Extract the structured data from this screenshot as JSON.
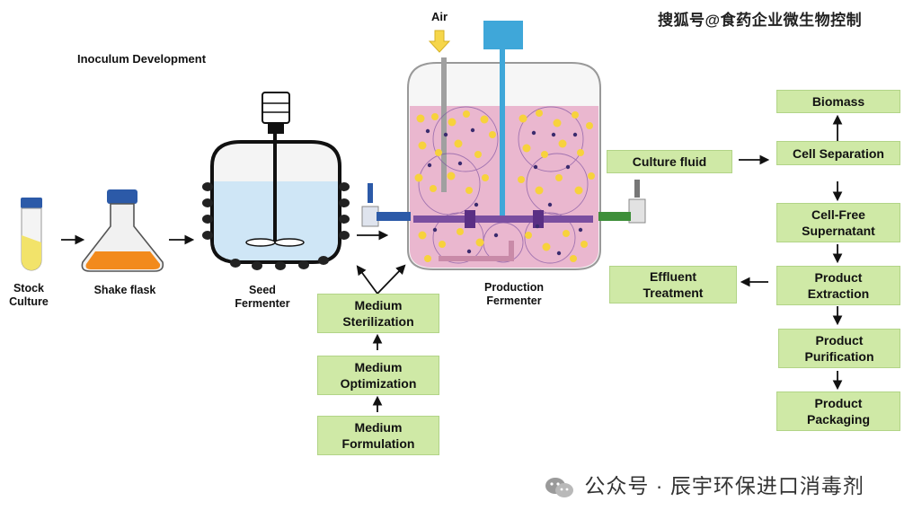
{
  "watermark_top": "搜狐号@食药企业微生物控制",
  "watermark_bottom": "公众号 · 辰宇环保进口消毒剂",
  "section_title": "Inoculum Development",
  "air_label": "Air",
  "vessels": {
    "stock": [
      "Stock",
      "Culture"
    ],
    "shake": "Shake flask",
    "seed": [
      "Seed",
      "Fermenter"
    ],
    "production": [
      "Production",
      "Fermenter"
    ]
  },
  "medium_boxes": {
    "sterilization": [
      "Medium",
      "Sterilization"
    ],
    "optimization": [
      "Medium",
      "Optimization"
    ],
    "formulation": [
      "Medium",
      "Formulation"
    ]
  },
  "downstream_boxes": {
    "culture_fluid": "Culture fluid",
    "biomass": "Biomass",
    "cell_separation": "Cell Separation",
    "cell_free": [
      "Cell-Free",
      "Supernatant"
    ],
    "effluent": [
      "Effluent",
      "Treatment"
    ],
    "extraction": [
      "Product",
      "Extraction"
    ],
    "purification": [
      "Product",
      "Purification"
    ],
    "packaging": [
      "Product",
      "Packaging"
    ]
  },
  "colors": {
    "box_fill": "#cfe9a6",
    "broth_pink": "#eab7cf",
    "seed_liquid": "#cfe6f6",
    "shake_liquid": "#f28a1c",
    "stock_liquid": "#f2e36a",
    "cell_yellow": "#f7d23c",
    "pipe_purple": "#7a4ea0",
    "motor_blue": "#3fa7d9"
  }
}
